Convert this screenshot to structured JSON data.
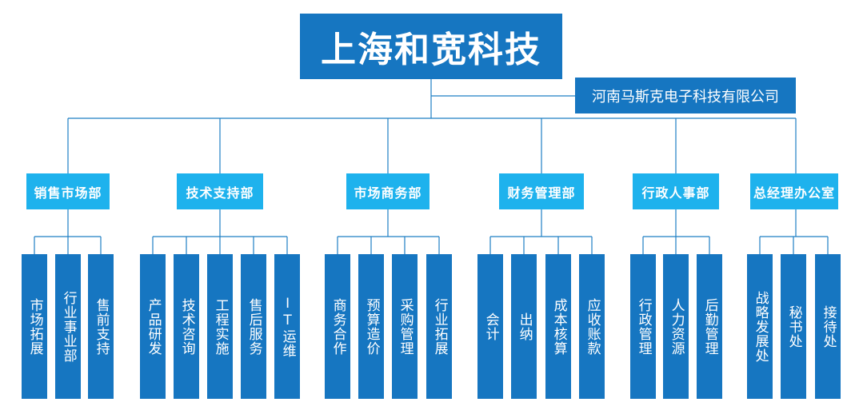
{
  "root": {
    "title": "上海和宽科技"
  },
  "subsidiary": {
    "label": "河南马斯克电子科技有限公司"
  },
  "departments": [
    {
      "name": "销售市场部",
      "units": [
        "市场拓展",
        "行业事业部",
        "售前支持"
      ]
    },
    {
      "name": "技术支持部",
      "units": [
        "产品研发",
        "技术咨询",
        "工程实施",
        "售后服务",
        "IT运维"
      ]
    },
    {
      "name": "市场商务部",
      "units": [
        "商务合作",
        "预算造价",
        "采购管理",
        "行业拓展"
      ]
    },
    {
      "name": "财务管理部",
      "units": [
        "会计",
        "出纳",
        "成本核算",
        "应收账款"
      ]
    },
    {
      "name": "行政人事部",
      "units": [
        "行政管理",
        "人力资源",
        "后勤管理"
      ]
    },
    {
      "name": "总经理办公室",
      "units": [
        "战略发展处",
        "秘书处",
        "接待处"
      ]
    }
  ],
  "colors": {
    "dark_blue": "#1676c1",
    "light_blue": "#1eb2ed",
    "line": "#1e7fc4"
  }
}
